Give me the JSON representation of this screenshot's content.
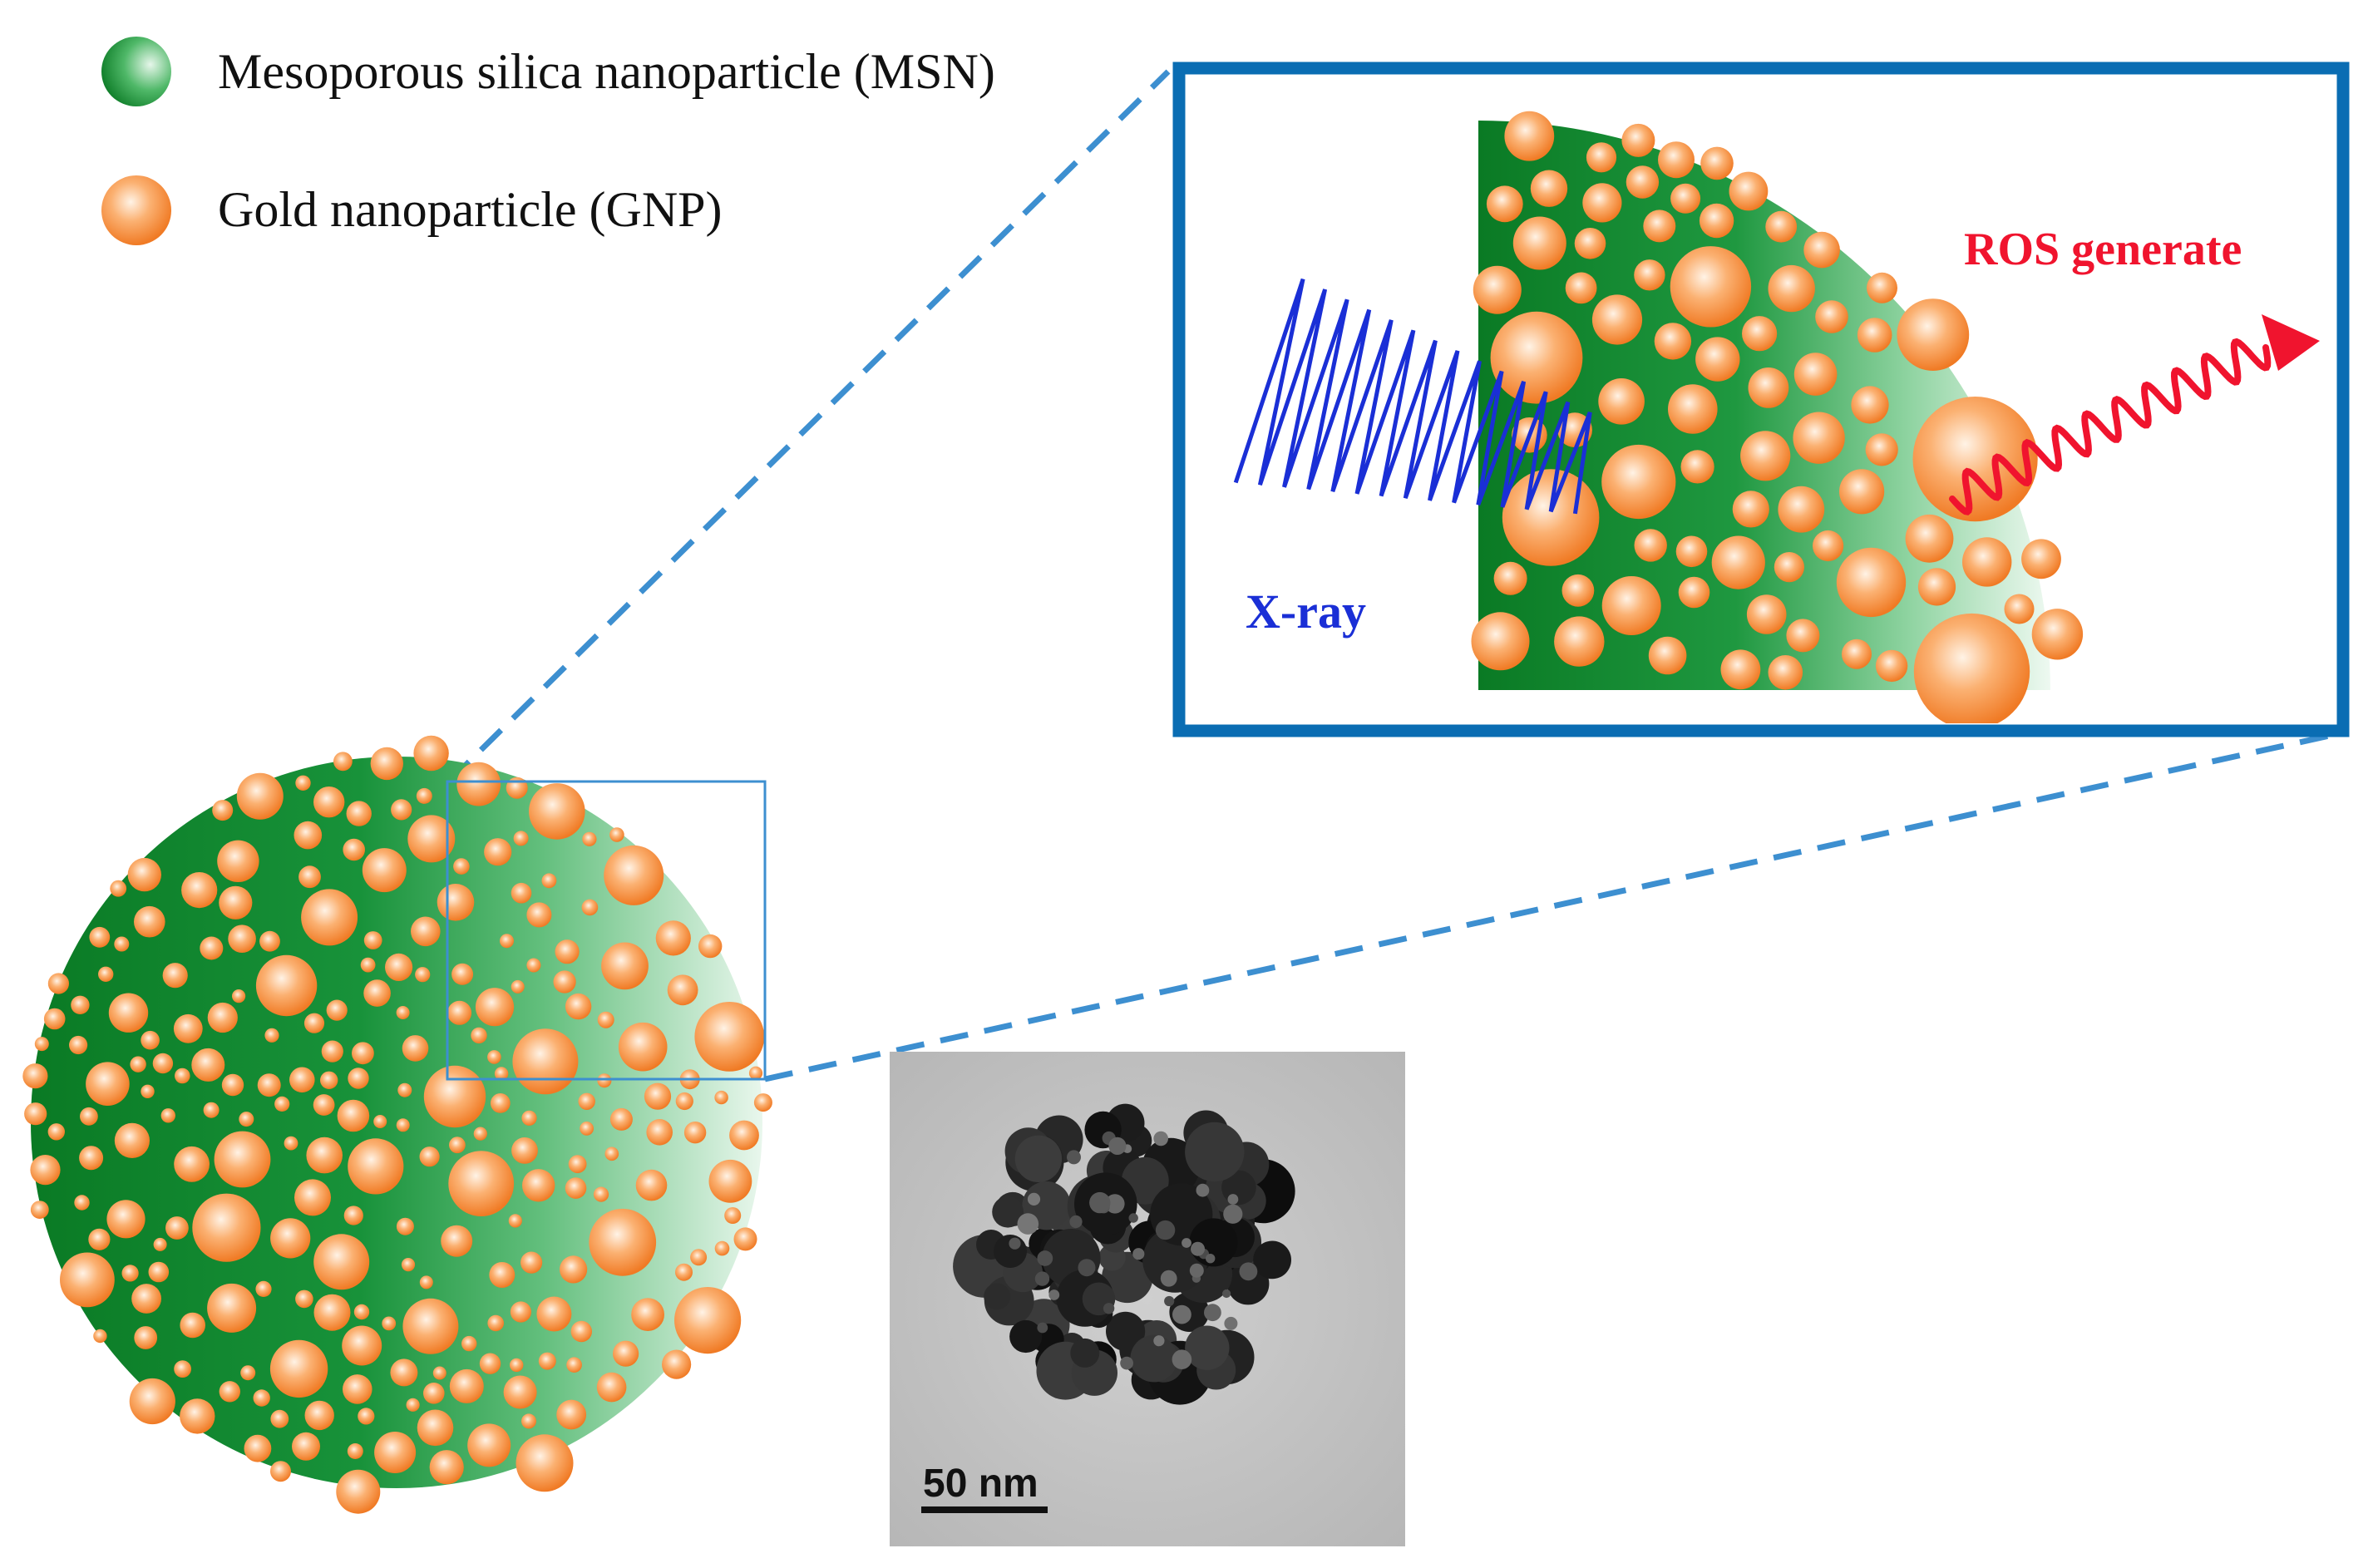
{
  "legend": [
    {
      "label": "Mesoporous silica nanoparticle (MSN)",
      "icon": "msn-sphere-icon"
    },
    {
      "label": "Gold nanoparticle (GNP)",
      "icon": "gnp-sphere-icon"
    }
  ],
  "inset": {
    "xray_label": "X-ray",
    "ros_label": "ROS generate"
  },
  "tem": {
    "scale_label": "50 nm"
  },
  "colors": {
    "silica_dark": "#0b7a25",
    "silica_light": "#e8f7ec",
    "gold": "#f7913d",
    "gold_highlight": "#fff1e4",
    "frame_blue": "#0a6db3",
    "dash_blue": "#3d8fd0",
    "xray_blue": "#1a2fd6",
    "ros_red": "#f0142e"
  }
}
